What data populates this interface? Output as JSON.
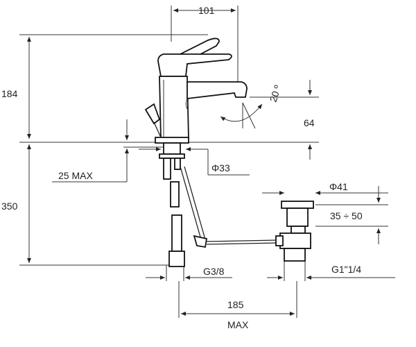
{
  "dimensions": {
    "spout_reach": "101",
    "height_body": "184",
    "tilt_angle": "20 º",
    "spout_height": "64",
    "max_deck": "25 MAX",
    "hole_diameter": "Φ33",
    "drain_diameter": "Φ41",
    "drain_range": "35 ÷ 50",
    "below_deck": "350",
    "inlet_thread": "G3/8",
    "drain_thread": "G1\"1/4",
    "pop_up_distance": "185",
    "pop_up_max": "MAX"
  },
  "colors": {
    "ink": "#222222",
    "background": "#ffffff"
  }
}
